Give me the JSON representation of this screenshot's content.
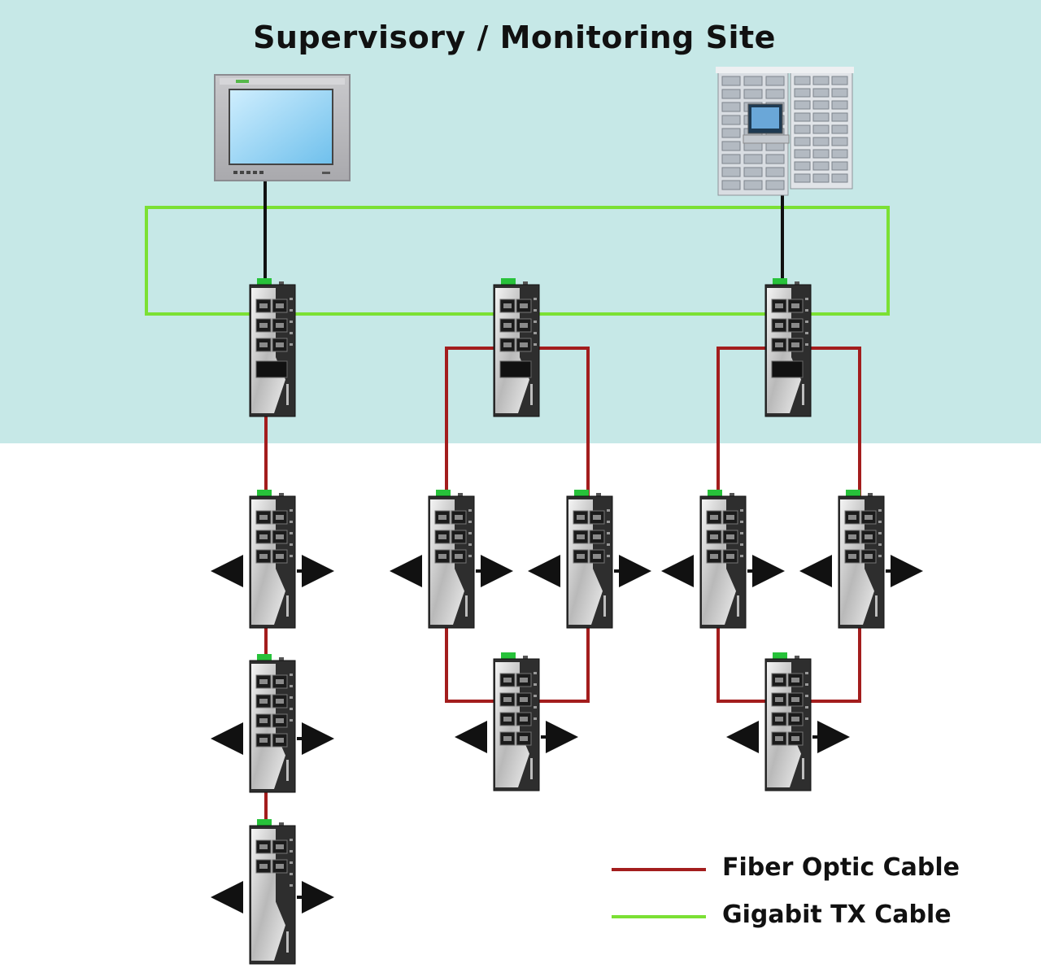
{
  "title": "Supervisory / Monitoring Site",
  "legend": [
    {
      "label": "Fiber Optic Cable",
      "color": "#a31d1d"
    },
    {
      "label": "Gigabit TX Cable",
      "color": "#7be034"
    }
  ],
  "colors": {
    "supervisory_zone": "#c6e8e7",
    "field_zone": "#ffffff",
    "fiber": "#a31d1d",
    "gigabit": "#7be034",
    "copper": "#111111",
    "switch_body": "#2e2e2e",
    "switch_connector": "#27c23a"
  },
  "nodes": {
    "workstation": {
      "icon": "monitor-icon"
    },
    "server": {
      "icon": "server-rack-icon"
    },
    "core_switches": 3,
    "field_switches": 9
  }
}
